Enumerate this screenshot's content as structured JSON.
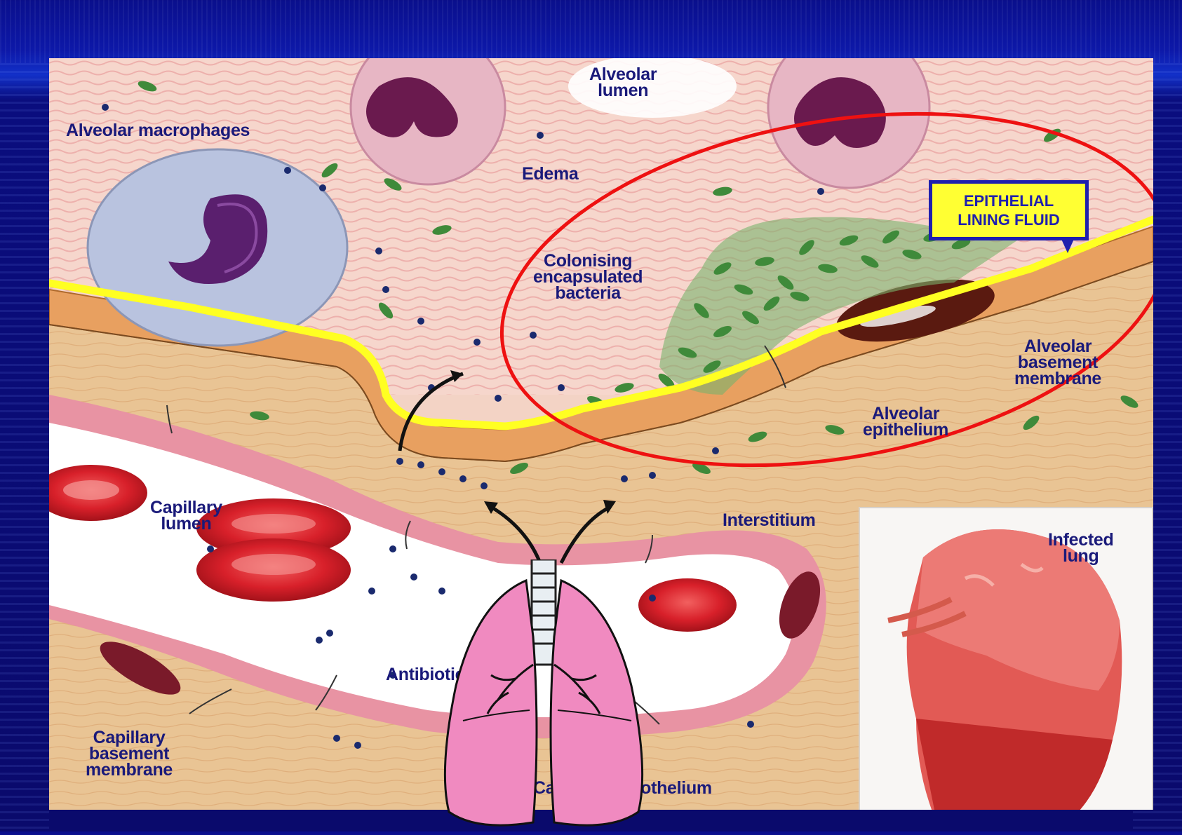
{
  "labels": {
    "alveolar_lumen": "Alveolar\nlumen",
    "alveolar_macrophages": "Alveolar macrophages",
    "edema": "Edema",
    "colonising_bacteria": "Colonising\nencapsulated\nbacteria",
    "alveolar_basement_membrane": "Alveolar\nbasement\nmembrane",
    "alveolar_epithelium": "Alveolar\nepithelium",
    "capillary_lumen": "Capillary\nlumen",
    "interstitium": "Interstitium",
    "infected_lung": "Infected\nlung",
    "antibiotic": "Antibiotic",
    "capillary_basement_membrane": "Capillary\nbasement\nmembrane",
    "capillary_endothelium": "Capillary endothelium"
  },
  "callout": {
    "text": "EPITHELIAL\nLINING FLUID"
  },
  "colors": {
    "frame_blue": "#0a0d7e",
    "label_navy": "#1a1a7a",
    "highlight_yellow": "#ffff33",
    "ellipse_red": "#ee1111",
    "edema_pink": "#f3d3c5",
    "epithelium_orange": "#e8a060",
    "bacteria_green": "#4e9a44",
    "antibiotic_blue": "#1a2a6e",
    "rbc_red": "#d8202a",
    "lung_icon_pink": "#f08ac0"
  },
  "icons": [
    "lungs-icon",
    "arrow-icon",
    "macrophage-icon",
    "neutrophil-icon",
    "red-blood-cell-icon"
  ]
}
